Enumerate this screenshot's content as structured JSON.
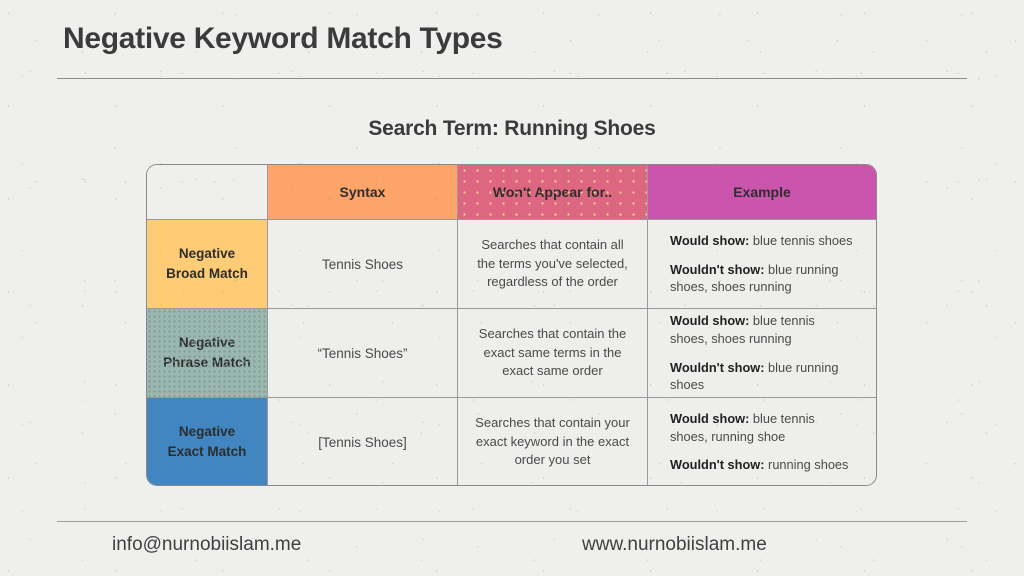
{
  "slide": {
    "title": "Negative Keyword Match Types",
    "subtitle": "Search Term: Running Shoes"
  },
  "table": {
    "headers": {
      "blank": "",
      "syntax": "Syntax",
      "wont_appear": "Won't Appear for..",
      "example": "Example"
    },
    "rows": [
      {
        "label_line1": "Negative",
        "label_line2": "Broad Match",
        "syntax": "Tennis Shoes",
        "wont_appear": "Searches that contain all the terms you've selected, regardless of the order",
        "example_would_label": "Would show:",
        "example_would_value": " blue tennis shoes",
        "example_wouldnt_label": "Wouldn't show:",
        "example_wouldnt_value": " blue running shoes, shoes running"
      },
      {
        "label_line1": "Negative",
        "label_line2": "Phrase Match",
        "syntax": "“Tennis Shoes”",
        "wont_appear": "Searches that contain the exact same terms in the exact same order",
        "example_would_label": "Would show:",
        "example_would_value": " blue tennis shoes, shoes running",
        "example_wouldnt_label": "Wouldn't show:",
        "example_wouldnt_value": " blue running shoes"
      },
      {
        "label_line1": "Negative",
        "label_line2": "Exact Match",
        "syntax": "[Tennis Shoes]",
        "wont_appear": "Searches that contain your exact keyword in the exact order you set",
        "example_would_label": "Would show:",
        "example_would_value": " blue tennis shoes, running shoe",
        "example_wouldnt_label": "Wouldn't show:",
        "example_wouldnt_value": " running shoes"
      }
    ]
  },
  "footer": {
    "email": "info@nurnobiislam.me",
    "website": "www.nurnobiislam.me"
  },
  "colors": {
    "background": "#efefed",
    "header_syntax": "#fca46a",
    "header_wont": "#dd6781",
    "header_example": "#cb54ac",
    "label_broad": "#fdcc74",
    "label_phrase": "#9bb8b0",
    "label_exact": "#4186c0",
    "text": "#3b3b3b"
  }
}
